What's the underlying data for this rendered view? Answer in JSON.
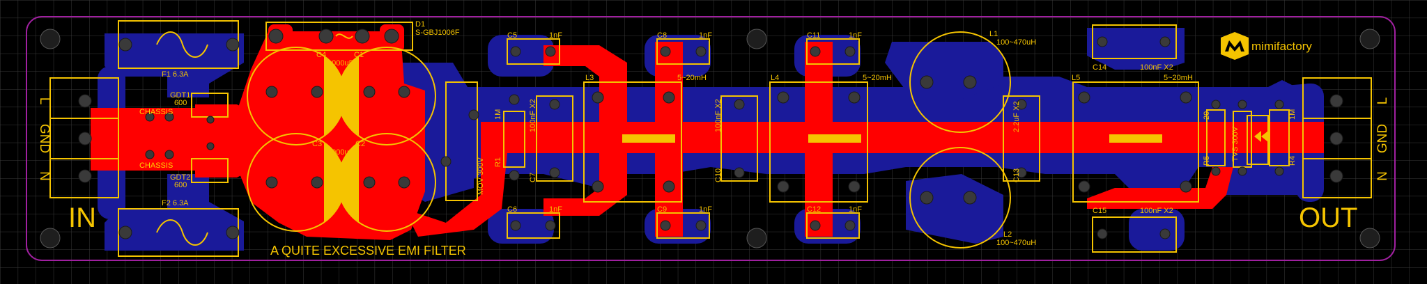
{
  "board": {
    "title": "A QUITE EXCESSIVE EMI FILTER",
    "brand": "mimifactory",
    "input_label": "IN",
    "output_label": "OUT",
    "input_terminals": [
      "L",
      "GND",
      "N"
    ],
    "output_terminals": [
      "L",
      "GND",
      "N"
    ]
  },
  "colors": {
    "background": "#000000",
    "grid": "#3a3a3a",
    "board_outline": "#a020a0",
    "top_copper": "#ff0000",
    "bottom_copper": "#1a1a9a",
    "silkscreen": "#f5c400",
    "pad": "#3a3a3a",
    "mounting_hole": "#1e1e1e"
  },
  "labels": {
    "D1": "D1",
    "D1_part": "S-GBJ1006F",
    "F1": "F1 6.3A",
    "F2": "F2 6.3A",
    "GDT1": "GDT1",
    "GDT1_val": "600",
    "GDT2": "GDT2",
    "GDT2_val": "600",
    "chassis_top": "CHASSIS",
    "chassis_bottom": "CHASSIS",
    "C1": "C1",
    "C2": "C2",
    "C3": "C3",
    "C4": "C4",
    "C1_C4_val": "1000uF",
    "C2_C3_val": "1000uF",
    "C5": "C5",
    "C5_val": "1nF",
    "C6": "C6",
    "C6_val": "1nF",
    "C7": "C7",
    "C7_val": "100nF X2",
    "C8": "C8",
    "C8_val": "1nF",
    "C9": "C9",
    "C9_val": "1nF",
    "C10": "C10",
    "C10_val": "100nF X2",
    "C11": "C11",
    "C11_val": "1nF",
    "C12": "C12",
    "C12_val": "1nF",
    "C13": "C13",
    "C13_val": "2.2uF X2",
    "C14": "C14",
    "C14_val": "100nF X2",
    "C15": "C15",
    "C15_val": "100nF X2",
    "L1": "L1",
    "L1_val": "100~470uH",
    "L2": "L2",
    "L2_val": "100~470uH",
    "L3": "L3",
    "L3_val": "5~20mH",
    "L4": "L4",
    "L4_val": "5~20mH",
    "L5": "L5",
    "L5_val": "5~20mH",
    "R1": "R1",
    "R1_val": "1M",
    "R4": "R4",
    "R4_val": "1M",
    "R5": "R5",
    "R5_val": "20",
    "MOV": "MOV 300V",
    "TVS": "TVS 300V"
  }
}
